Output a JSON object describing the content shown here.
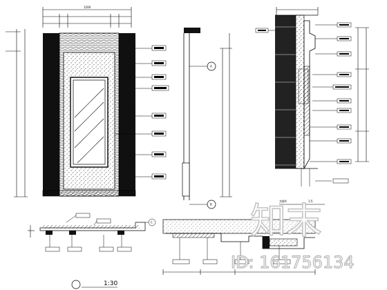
{
  "drawing": {
    "elevation_label": "",
    "elevation_scale": "1:30",
    "section_label": "大样A",
    "section_scale": "1:5",
    "dimension_top": "1200",
    "callout_marks": [
      "A",
      "B",
      "C"
    ]
  },
  "watermark": {
    "logo_text": "知末",
    "id_text": "ID: 161756134"
  }
}
